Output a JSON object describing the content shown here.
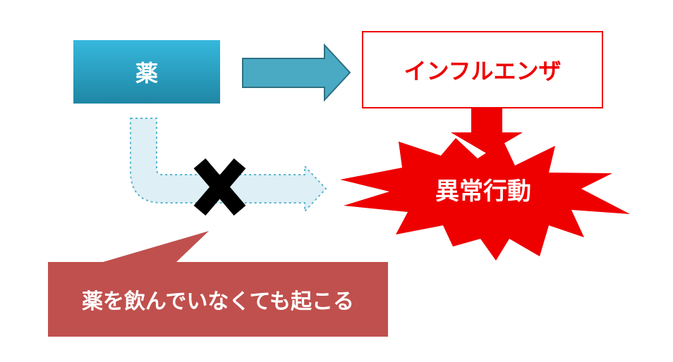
{
  "diagram": {
    "medicine": {
      "label": "薬",
      "fill_color": "#2a9fc0"
    },
    "influenza": {
      "label": "インフルエンザ",
      "border_color": "#ee0000",
      "text_color": "#ee0000"
    },
    "abnormal_behavior": {
      "label": "異常行動",
      "fill_color": "#ee0000"
    },
    "note": {
      "label": "薬を飲んでいなくても起こる",
      "fill_color": "#c0504d"
    },
    "arrows": {
      "solid_arrow_color": "#4aaac4",
      "dashed_arrow_color": "#5ab4d0",
      "red_arrow_color": "#ee0000",
      "cross_color": "#000000"
    }
  }
}
